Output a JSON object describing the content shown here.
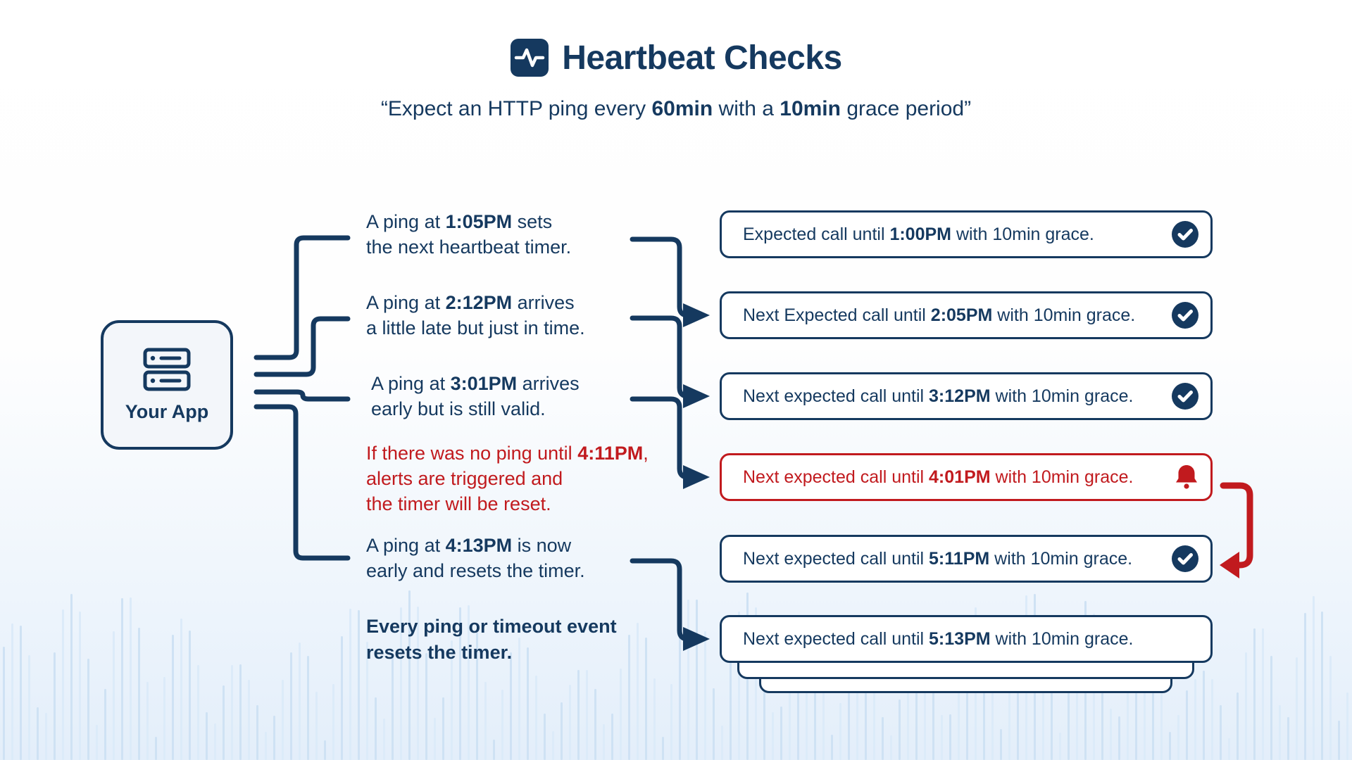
{
  "header": {
    "title": "Heartbeat Checks",
    "title_icon": "heartbeat-pulse-icon",
    "subtitle_pre": "“Expect an HTTP ping every ",
    "subtitle_bold1": "60min",
    "subtitle_mid": " with a ",
    "subtitle_bold2": "10min",
    "subtitle_post": " grace period”"
  },
  "app": {
    "label": "Your App",
    "icon": "server-icon"
  },
  "notes": [
    {
      "l1_pre": "A ping at ",
      "l1_bold": "1:05PM",
      "l1_post": " sets",
      "l2": "the next heartbeat timer."
    },
    {
      "l1_pre": "A ping at ",
      "l1_bold": "2:12PM",
      "l1_post": " arrives",
      "l2": "a little late but just in time."
    },
    {
      "l1_pre": "A ping at ",
      "l1_bold": "3:01PM",
      "l1_post": " arrives",
      "l2": "early but is still valid."
    },
    {
      "l1_pre": "If there was no ping until ",
      "l1_bold": "4:11PM",
      "l1_post": ",",
      "l2": "alerts are triggered and",
      "l3": "the timer will be reset."
    },
    {
      "l1_pre": "A ping at ",
      "l1_bold": "4:13PM",
      "l1_post": " is now",
      "l2": "early and resets the timer."
    },
    {
      "l1": "Every ping or timeout event",
      "l2": "resets the timer."
    }
  ],
  "boxes": [
    {
      "pre": "Expected call until ",
      "time": "1:00PM",
      "post": " with 10min grace.",
      "icon": "check-circle-icon"
    },
    {
      "pre": "Next Expected call until ",
      "time": "2:05PM",
      "post": " with 10min grace.",
      "icon": "check-circle-icon"
    },
    {
      "pre": "Next expected call until ",
      "time": "3:12PM",
      "post": " with 10min grace.",
      "icon": "check-circle-icon"
    },
    {
      "pre": "Next expected call until ",
      "time": "4:01PM",
      "post": " with 10min grace.",
      "icon": "bell-icon"
    },
    {
      "pre": "Next expected call until ",
      "time": "5:11PM",
      "post": " with 10min grace.",
      "icon": "check-circle-icon"
    },
    {
      "pre": "Next expected call until ",
      "time": "5:13PM",
      "post": " with 10min grace.",
      "icon": "none"
    }
  ],
  "colors": {
    "navy": "#15395f",
    "red": "#c11a1e",
    "app_box_bg": "#f3f6fa",
    "page_bottom_bg": "#e3eefa",
    "waveform_bar": "#cfe2f4",
    "check_circle_fill": "#15395f",
    "box_bg": "#ffffff"
  }
}
